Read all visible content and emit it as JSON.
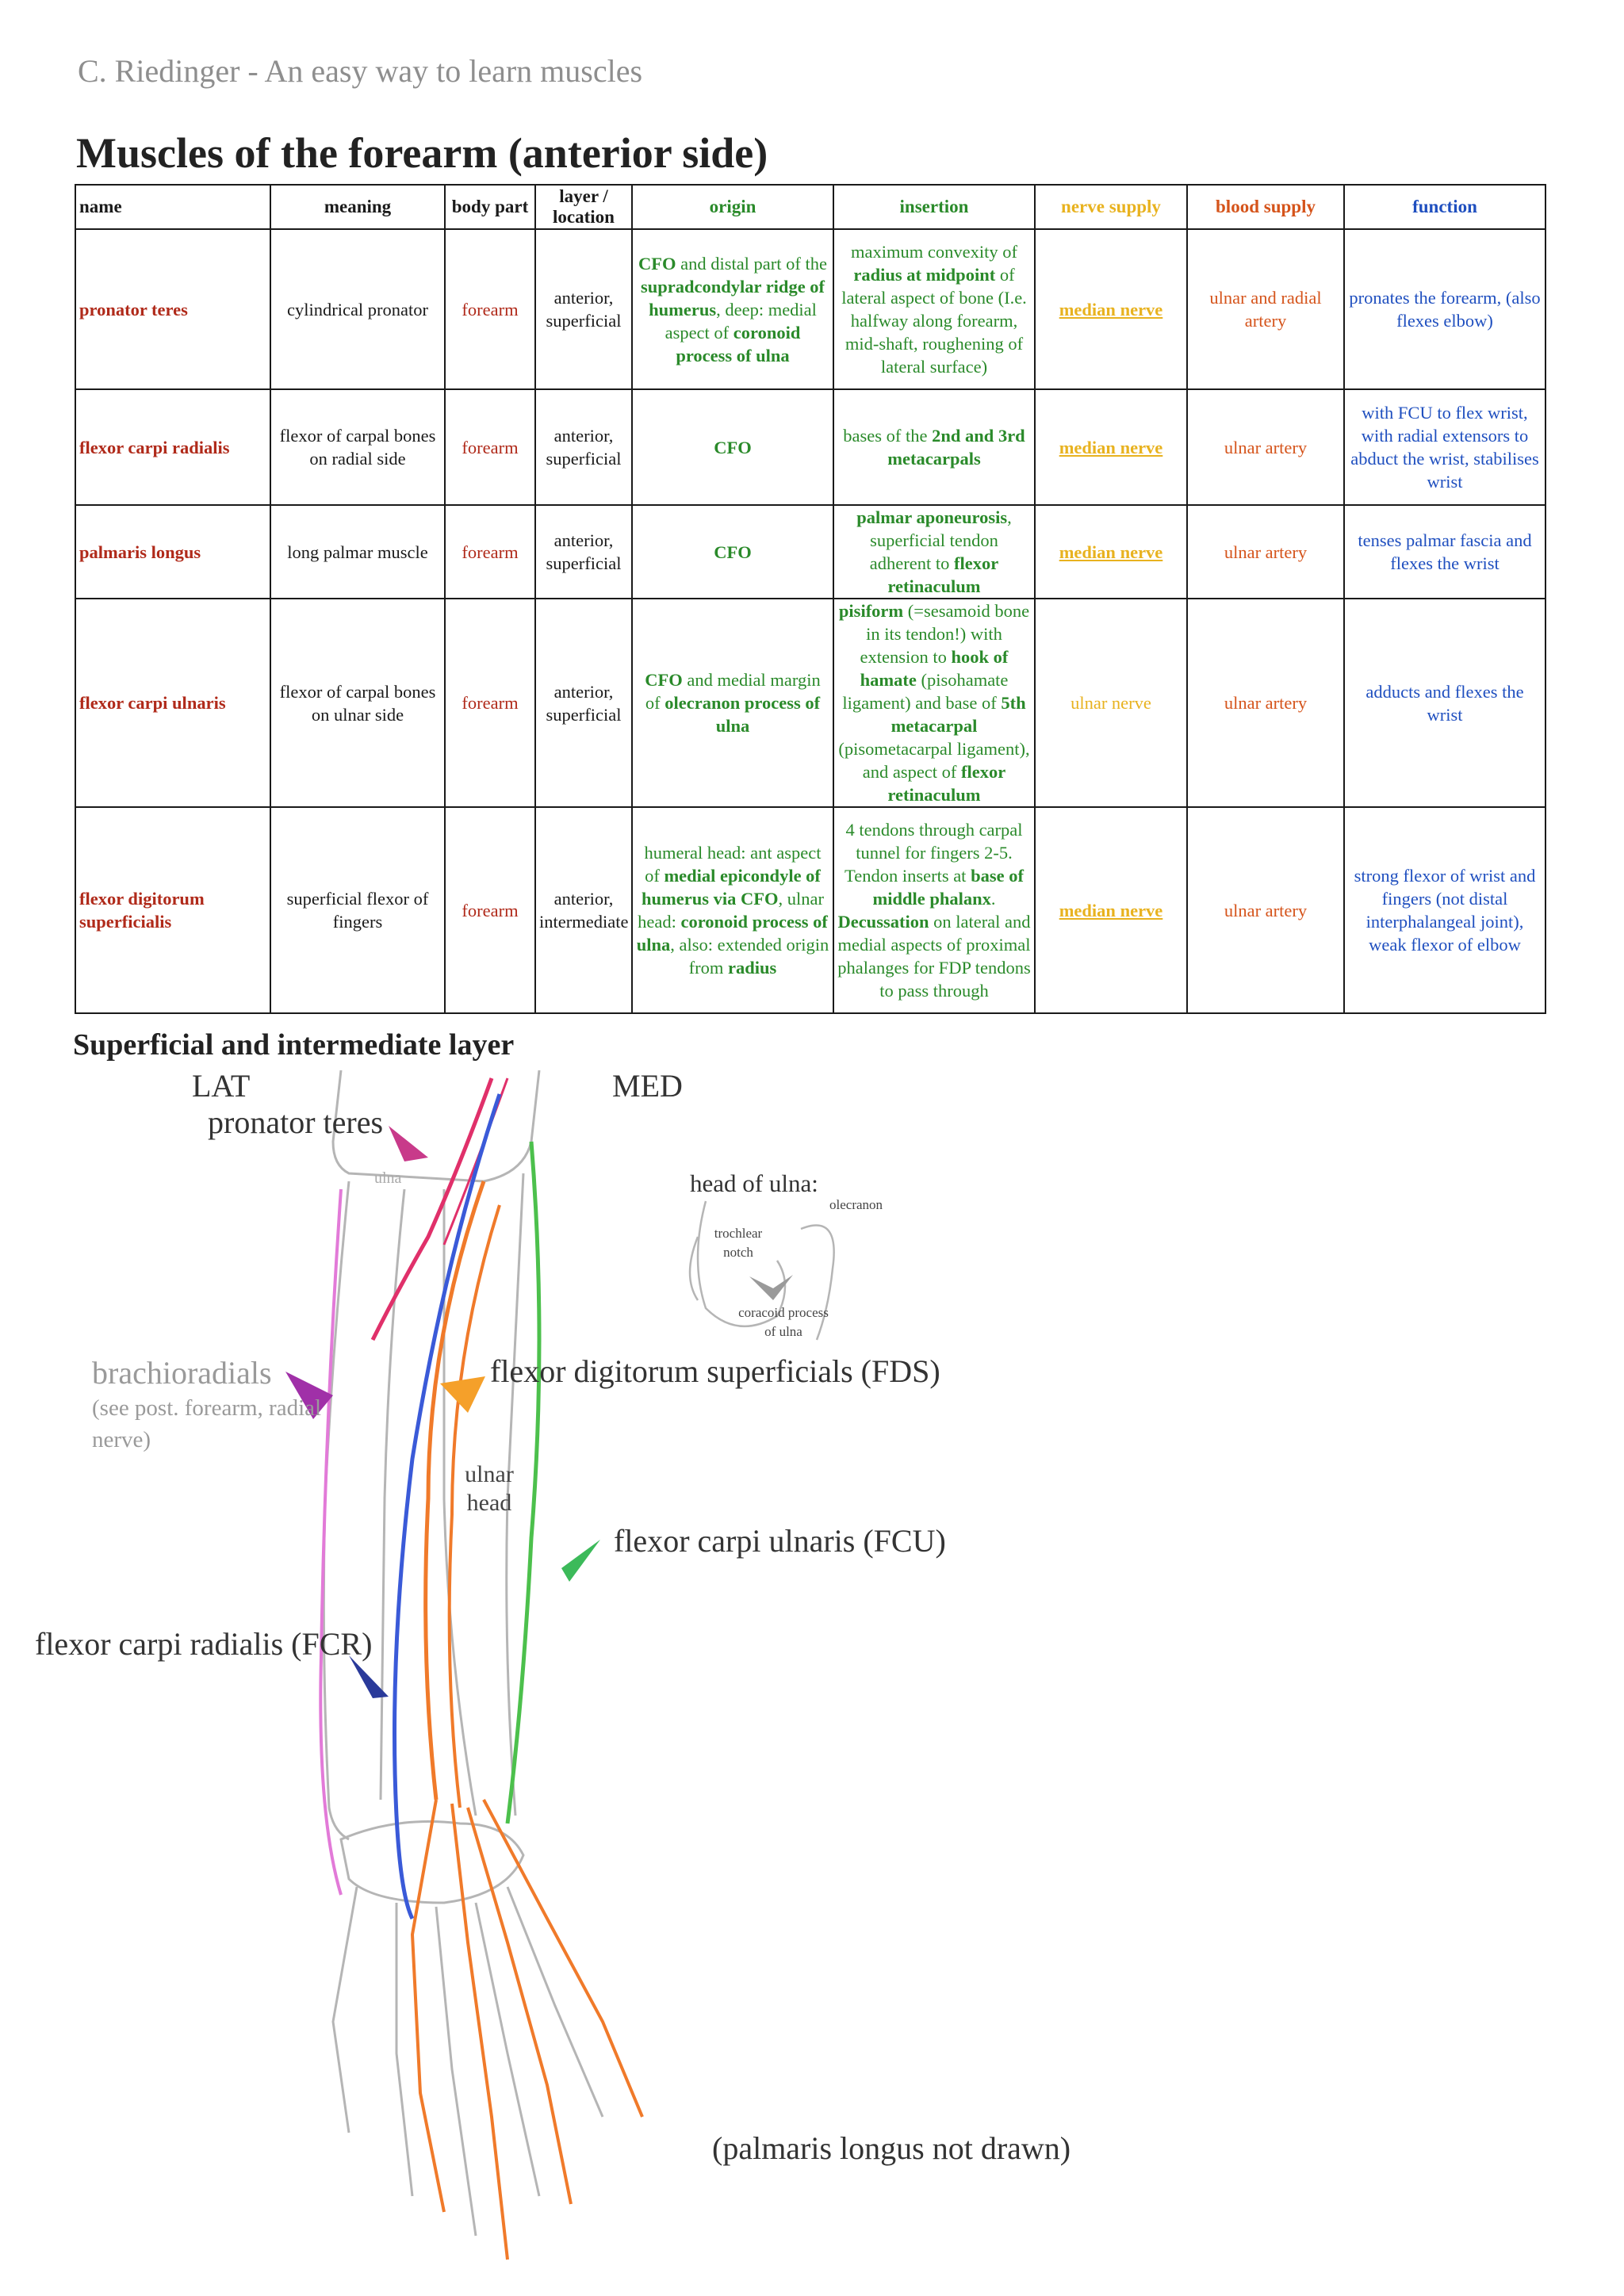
{
  "header": {
    "author_line": "C. Riedinger - An easy way to learn muscles"
  },
  "title": "Muscles of the forearm (anterior side)",
  "table": {
    "headers": {
      "name": "name",
      "meaning": "meaning",
      "body_part": "body part",
      "layer": "layer / location",
      "origin": "origin",
      "insertion": "insertion",
      "nerve": "nerve supply",
      "blood": "blood supply",
      "function": "function"
    },
    "header_colors": {
      "name": "#1a1a1a",
      "meaning": "#1a1a1a",
      "body_part": "#1a1a1a",
      "layer": "#1a1a1a",
      "origin": "#2a8a2a",
      "insertion": "#2a8a2a",
      "nerve": "#e8b21f",
      "blood": "#d5541b",
      "function": "#1f4fbf"
    },
    "rows": [
      {
        "name": "pronator  teres",
        "meaning": "cylindrical pronator",
        "body_part": "forearm",
        "layer": "anterior, superficial",
        "origin": [
          {
            "t": "CFO",
            "b": true
          },
          {
            "t": " and distal part of the "
          },
          {
            "t": "supradcondylar ridge of humerus",
            "b": true
          },
          {
            "t": ", deep: medial aspect of "
          },
          {
            "t": "coronoid process of ulna",
            "b": true
          }
        ],
        "insertion": [
          {
            "t": "maximum convexity of "
          },
          {
            "t": "radius at midpoint",
            "b": true
          },
          {
            "t": " of lateral aspect of bone (I.e. halfway along forearm, mid-shaft, roughening of lateral surface)"
          }
        ],
        "nerve": "median nerve",
        "nerve_underlined": true,
        "blood": "ulnar and radial artery",
        "function": "pronates the forearm, (also flexes elbow)"
      },
      {
        "name": "flexor carpi radialis",
        "meaning": "flexor of carpal bones on radial side",
        "body_part": "forearm",
        "layer": "anterior, superficial",
        "origin": [
          {
            "t": "CFO",
            "b": true
          }
        ],
        "insertion": [
          {
            "t": "bases of the "
          },
          {
            "t": "2nd and 3rd metacarpals",
            "b": true
          }
        ],
        "nerve": "median nerve",
        "nerve_underlined": true,
        "blood": "ulnar artery",
        "function": "with FCU to flex wrist, with radial extensors to abduct the wrist, stabilises wrist"
      },
      {
        "name": "palmaris longus",
        "meaning": "long palmar muscle",
        "body_part": "forearm",
        "layer": "anterior, superficial",
        "origin": [
          {
            "t": "CFO",
            "b": true
          }
        ],
        "insertion": [
          {
            "t": "palmar aponeurosis",
            "b": true
          },
          {
            "t": ", superficial tendon adherent to "
          },
          {
            "t": "flexor retinaculum",
            "b": true
          }
        ],
        "nerve": "median nerve",
        "nerve_underlined": true,
        "blood": "ulnar artery",
        "function": "tenses palmar fascia and flexes the wrist"
      },
      {
        "name": "flexor carpi ulnaris",
        "meaning": "flexor of carpal bones on ulnar side",
        "body_part": "forearm",
        "layer": "anterior, superficial",
        "origin": [
          {
            "t": "CFO",
            "b": true
          },
          {
            "t": " and medial margin of "
          },
          {
            "t": "olecranon process of ulna",
            "b": true
          }
        ],
        "insertion": [
          {
            "t": "pisiform",
            "b": true
          },
          {
            "t": " (=sesamoid bone in its tendon!) with extension to "
          },
          {
            "t": "hook of hamate",
            "b": true
          },
          {
            "t": " (pisohamate ligament) and base of "
          },
          {
            "t": "5th metacarpal",
            "b": true
          },
          {
            "t": " (pisometacarpal ligament), and aspect of "
          },
          {
            "t": "flexor retinaculum",
            "b": true
          }
        ],
        "nerve": "ulnar nerve",
        "nerve_underlined": false,
        "blood": "ulnar artery",
        "function": "adducts and flexes the wrist"
      },
      {
        "name": "flexor digitorum superficialis",
        "meaning": "superficial flexor of fingers",
        "body_part": "forearm",
        "layer": "anterior, intermediate",
        "origin": [
          {
            "t": "humeral head: ant aspect of "
          },
          {
            "t": "medial epicondyle of humerus via CFO",
            "b": true
          },
          {
            "t": ", ulnar head: "
          },
          {
            "t": "coronoid process of ulna",
            "b": true
          },
          {
            "t": ", also: extended origin from "
          },
          {
            "t": "radius",
            "b": true
          }
        ],
        "insertion": [
          {
            "t": "4 tendons through carpal tunnel for fingers 2-5. Tendon inserts at "
          },
          {
            "t": "base of middle phalanx",
            "b": true
          },
          {
            "t": ". "
          },
          {
            "t": "Decussation",
            "b": true
          },
          {
            "t": " on lateral and medial aspects of proximal phalanges for FDP tendons to pass through"
          }
        ],
        "nerve": "median nerve",
        "nerve_underlined": true,
        "blood": "ulnar artery",
        "function": "strong flexor of wrist and fingers (not distal interphalangeal joint), weak flexor of elbow"
      }
    ]
  },
  "figure": {
    "section_title": "Superficial and intermediate layer",
    "labels": {
      "lat": "LAT",
      "med": "MED",
      "pronator_teres": "pronator teres",
      "ulna_sketch": "ulna",
      "head_of_ulna": "head of ulna:",
      "olecranon": "olecranon",
      "trochlear_notch": "trochlear notch",
      "coracoid": "coracoid process of ulna",
      "brachioradialis": "brachioradials",
      "brachioradialis_note": "(see post. forearm, radial nerve)",
      "fds": "flexor digitorum superficials (FDS)",
      "ulnar_head": "ulnar head",
      "fcu": "flexor carpi ulnaris (FCU)",
      "fcr": "flexor carpi radialis (FCR)",
      "palmaris_note": "(palmaris longus not drawn)"
    },
    "colors": {
      "pronator_teres": "#e0306a",
      "fcr": "#3a5ad8",
      "fds": "#f07a2a",
      "fcu": "#4cc04c",
      "brachioradialis": "#e27ad8",
      "bone_outline": "#b5b5b5"
    }
  }
}
